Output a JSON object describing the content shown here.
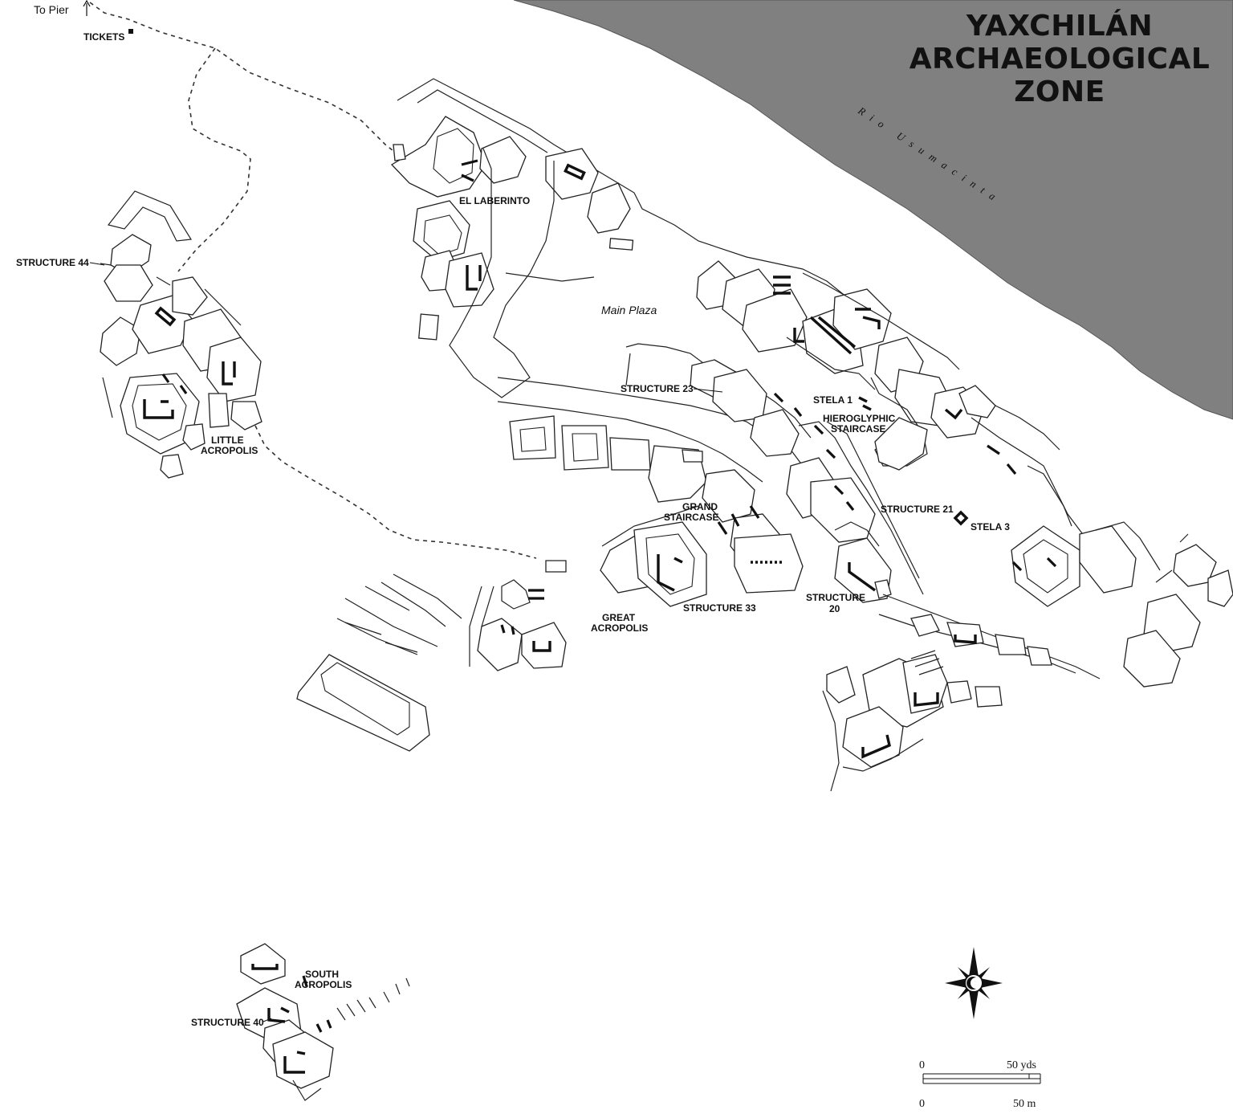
{
  "map": {
    "title_lines": [
      "YAXCHILÁN",
      "ARCHAEOLOGICAL",
      "ZONE"
    ],
    "river_label": "Rio Usumacinta",
    "watermark": "",
    "colors": {
      "river": "#808080",
      "ink": "#111111",
      "background": "#ffffff"
    },
    "labels": {
      "to_pier": "To Pier",
      "tickets": "TICKETS",
      "el_laberinto": "EL LABERINTO",
      "structure_44": "STRUCTURE 44",
      "main_plaza": "Main Plaza",
      "structure_23": "STRUCTURE 23",
      "stela_1": "STELA 1",
      "hieroglyphic_staircase_1": "HIEROGLYPHIC",
      "hieroglyphic_staircase_2": "STAIRCASE",
      "little_acropolis_1": "LITTLE",
      "little_acropolis_2": "ACROPOLIS",
      "grand_staircase_1": "GRAND",
      "grand_staircase_2": "STAIRCASE",
      "structure_21": "STRUCTURE 21",
      "stela_3": "STELA 3",
      "structure_33": "STRUCTURE 33",
      "structure_20_1": "STRUCTURE",
      "structure_20_2": "20",
      "great_acropolis_1": "GREAT",
      "great_acropolis_2": "ACROPOLIS",
      "south_acropolis_1": "SOUTH",
      "south_acropolis_2": "ACROPOLIS",
      "structure_40": "STRUCTURE 40"
    },
    "scale": {
      "yds_zero": "0",
      "yds_value": "50 yds",
      "m_zero": "0",
      "m_value": "50 m"
    },
    "compass": "compass-rose-icon"
  }
}
